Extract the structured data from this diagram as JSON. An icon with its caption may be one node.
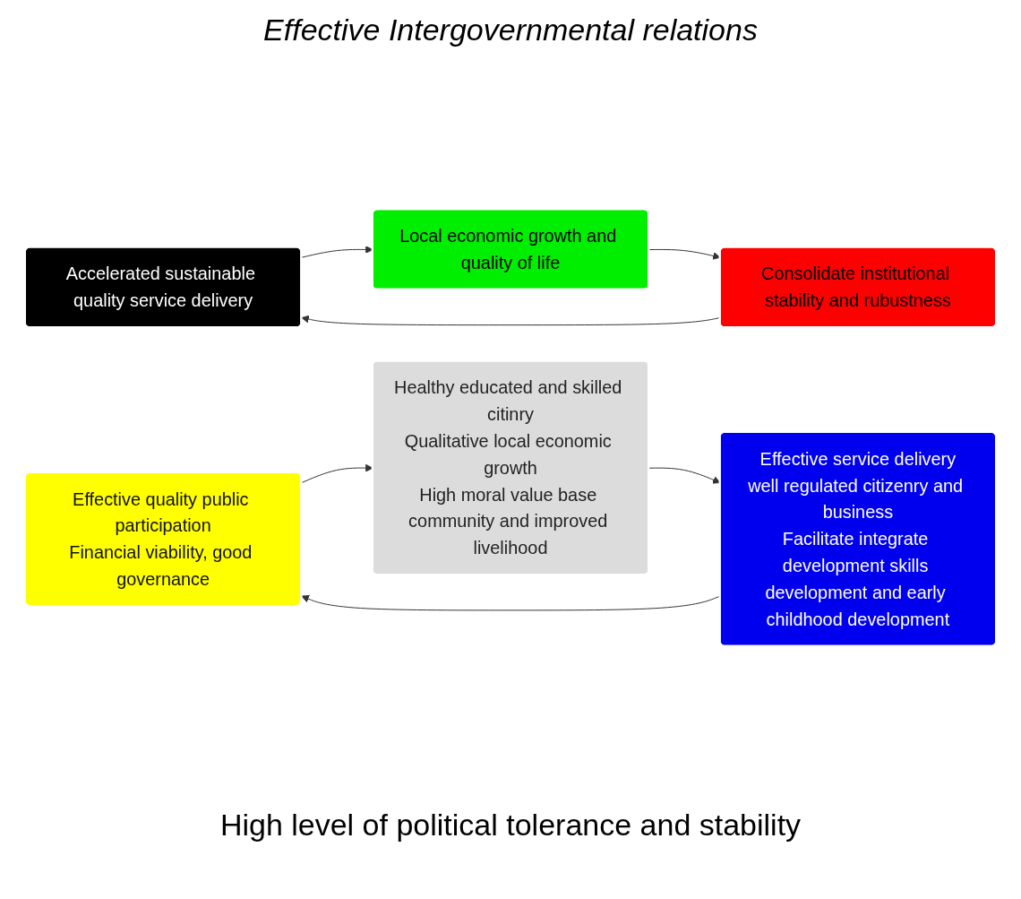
{
  "diagram": {
    "nodes": [
      {
        "text": [
          "Accelerated sustainable quality service delivery"
        ]
      },
      {
        "text": [
          "Local economic growth and quality of life"
        ]
      },
      {
        "text": [
          "Consolidate institutional stability and rubustness"
        ]
      },
      {
        "text": [
          "Effective quality public participation",
          "Financial viability, good governance"
        ]
      },
      {
        "text": [
          "Healthy educated and skilled citinry",
          "Qualitative local economic growth",
          "High moral value base community and improved livelihood"
        ]
      },
      {
        "text": [
          "Effective service delivery",
          "well regulated citizenry and business",
          "Facilitate integrate development skills development and early childhood development"
        ]
      }
    ],
    "edges": [
      {
        "from": 2,
        "to": 0,
        "arrow": "to"
      },
      {
        "from": 0,
        "to": 1,
        "arrow": "to"
      },
      {
        "from": 1,
        "to": 2,
        "arrow": "to"
      },
      {
        "from": 3,
        "to": 4,
        "arrow": "to"
      },
      {
        "from": 4,
        "to": 5,
        "arrow": "to"
      },
      {
        "from": 5,
        "to": 3,
        "arrow": "to"
      }
    ],
    "labels": [
      "Effective Intergovernmental relations",
      "High level of political tolerance and stability"
    ]
  }
}
